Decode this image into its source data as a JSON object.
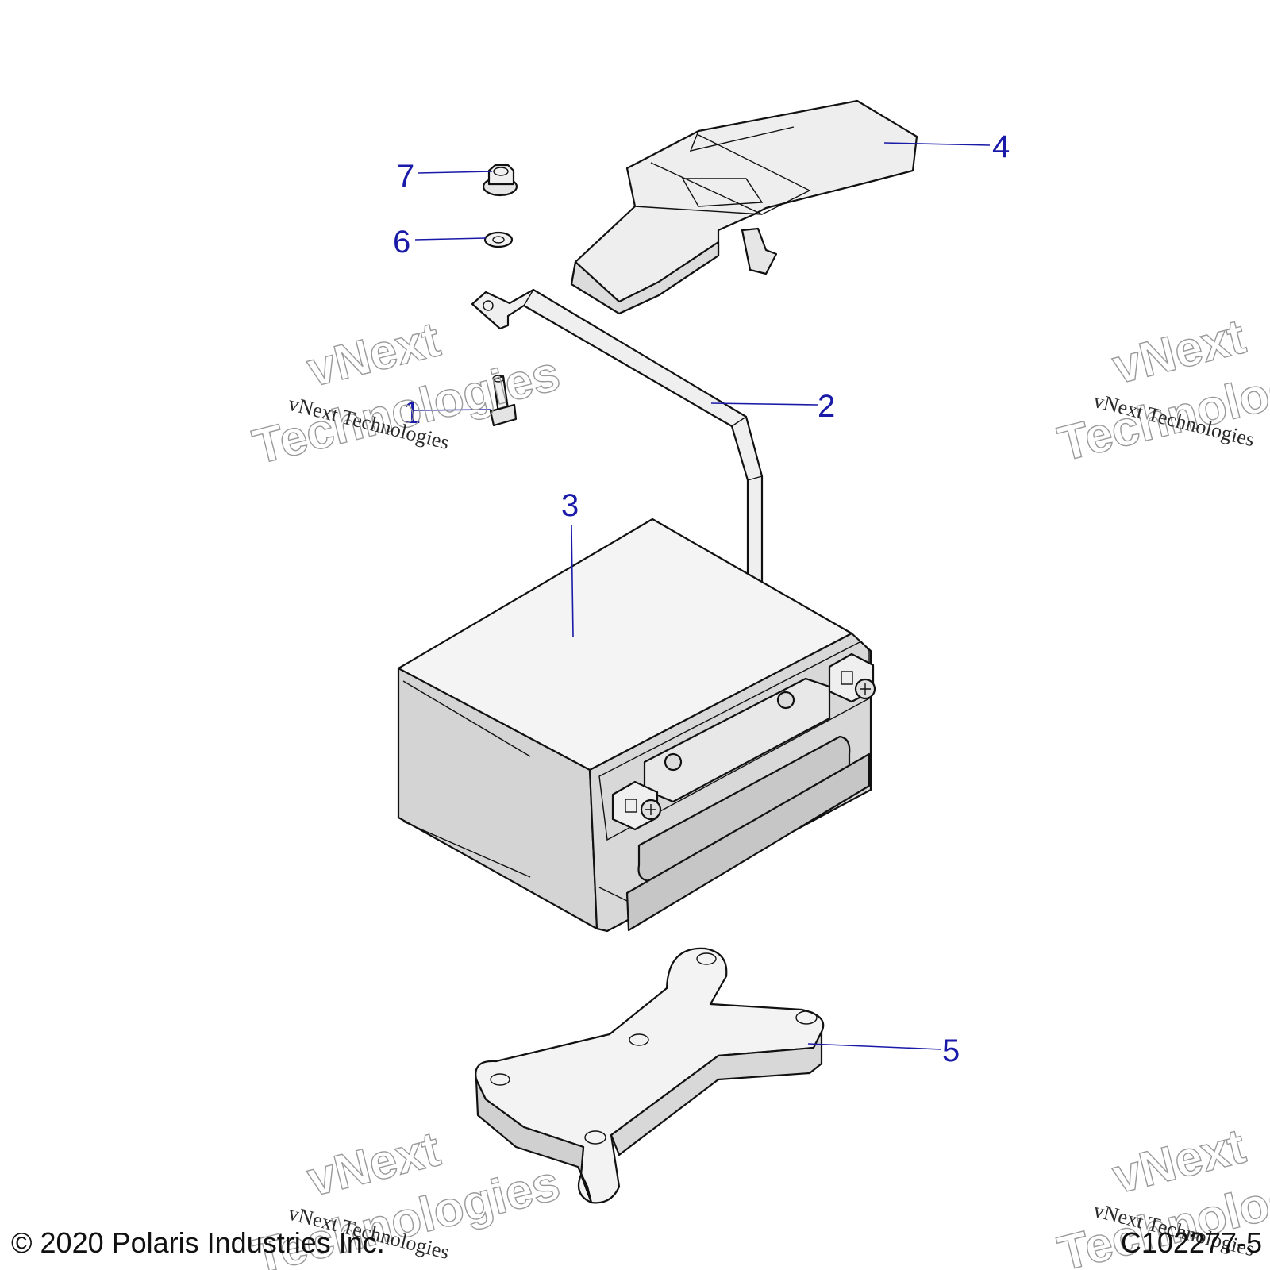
{
  "callouts": [
    {
      "id": "1",
      "label": "1"
    },
    {
      "id": "2",
      "label": "2"
    },
    {
      "id": "3",
      "label": "3"
    },
    {
      "id": "4",
      "label": "4"
    },
    {
      "id": "5",
      "label": "5"
    },
    {
      "id": "6",
      "label": "6"
    },
    {
      "id": "7",
      "label": "7"
    }
  ],
  "watermark": {
    "big_line1": "vNext",
    "big_line2": "Technologies",
    "small": "vNext Technologies"
  },
  "footer": {
    "copyright": "© 2020 Polaris Industries Inc.",
    "diagram_code": "C102277-5"
  },
  "colors": {
    "callout": "#1a1aa8",
    "part_face_light": "#efefef",
    "part_face_mid": "#d6d6d6",
    "part_face_dark": "#c4c4c4"
  }
}
